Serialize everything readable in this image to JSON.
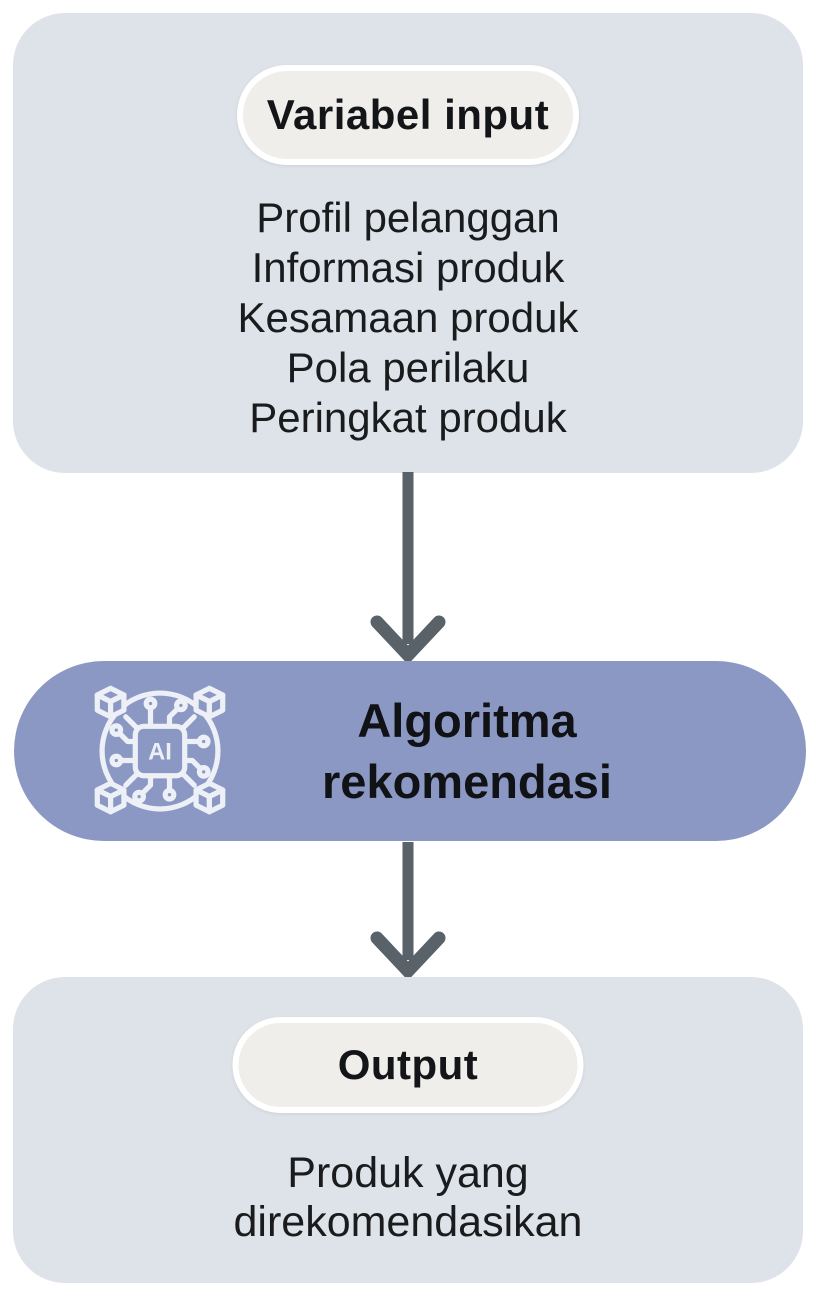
{
  "colors": {
    "page_bg": "#ffffff",
    "section_bg": "#dee3e9",
    "pill_bg": "#efeeea",
    "pill_border": "#ffffff",
    "algorithm_bg": "#8c98c4",
    "arrow": "#596169",
    "text": "#17181a",
    "icon_stroke": "#edf0f6"
  },
  "diagram": {
    "input": {
      "title": "Variabel input",
      "items": [
        "Profil pelanggan",
        "Informasi produk",
        "Kesamaan produk",
        "Pola perilaku",
        "Peringkat produk"
      ]
    },
    "algorithm": {
      "title": "Algoritma rekomendasi",
      "icon": "ai-chip-icon",
      "icon_label": "AI"
    },
    "output": {
      "title": "Output",
      "result": "Produk yang direkomendasikan"
    }
  }
}
